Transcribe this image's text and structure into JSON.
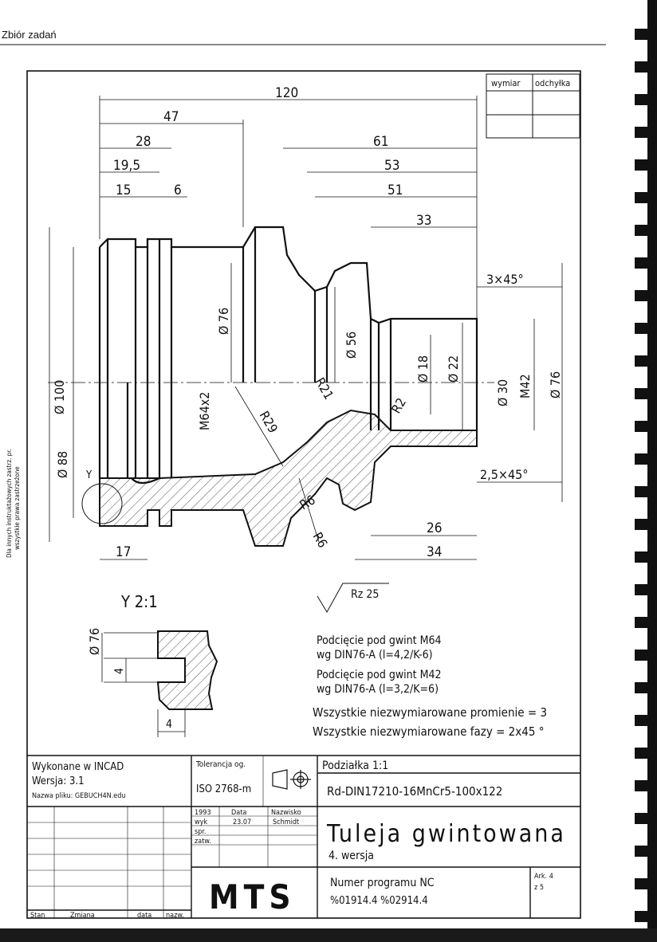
{
  "header": {
    "title": "Zbiór zadań"
  },
  "side_note": {
    "line1": "Dla innych instruktażowych zastrz. pr.",
    "line2": "wszystkie prawa zastrzeżone"
  },
  "deviation_table": {
    "col1": "wymiar",
    "col2": "odchyłka"
  },
  "dims": {
    "d120": "120",
    "d47": "47",
    "d28": "28",
    "d19_5": "19,5",
    "d15": "15",
    "d6": "6",
    "d61": "61",
    "d53": "53",
    "d51": "51",
    "d33": "33",
    "d26": "26",
    "d34": "34",
    "d17": "17",
    "chamfer1": "3×45°",
    "chamfer2": "2,5×45°",
    "dia100": "Ø 100",
    "dia88": "Ø 88",
    "dia76a": "Ø 76",
    "dia56": "Ø 56",
    "dia18": "Ø 18",
    "dia22": "Ø 22",
    "dia30": "Ø 30",
    "m42": "M42",
    "dia76b": "Ø 76",
    "m64": "M64x2",
    "r29": "R29",
    "r21": "R21",
    "r2": "R2",
    "r6a": "R6",
    "r6b": "R6",
    "y_mark": "Y"
  },
  "detail": {
    "title": "Y 2:1",
    "dia76": "Ø 76",
    "w4a": "4",
    "w4b": "4"
  },
  "roughness": "Rz 25",
  "notes": {
    "n1": "Podcięcie pod gwint M64",
    "n2": "wg DIN76-A  (l=4,2/K-6)",
    "n3": "Podcięcie pod gwint M42",
    "n4": "wg DIN76-A  (l=3,2/K=6)",
    "n5": "Wszystkie niezwymiarowane promienie = 3",
    "n6": "Wszystkie niezwymiarowane fazy = 2x45 °"
  },
  "title_block": {
    "made_in": "Wykonane w INCAD",
    "version": "Wersja: 3.1",
    "file_name": "Nazwa pliku: GEBUCH4N.edu",
    "tolerance_label": "Tolerancja og.",
    "tolerance_value": "ISO 2768-m",
    "scale": "Podziałka 1:1",
    "material": "Rd-DIN17210-16MnCr5-100x122",
    "year": "1993",
    "date_label": "Data",
    "name_label": "Nazwisko",
    "wyk": "wyk",
    "wyk_date": "23.07",
    "wyk_name": "Schmidt",
    "spr": "spr.",
    "zatw": "zatw.",
    "part_title": "Tuleja gwintowana",
    "part_version": "4. wersja",
    "logo": "MTS",
    "program_label": "Numer programu NC",
    "program_values": "%01914.4    %02914.4",
    "sheet_label": "Ark. 4",
    "sheet_value": "z 5",
    "rev_stan": "Stan",
    "rev_zmiana": "Zmiana",
    "rev_data": "data",
    "rev_nazw": "nazw."
  }
}
